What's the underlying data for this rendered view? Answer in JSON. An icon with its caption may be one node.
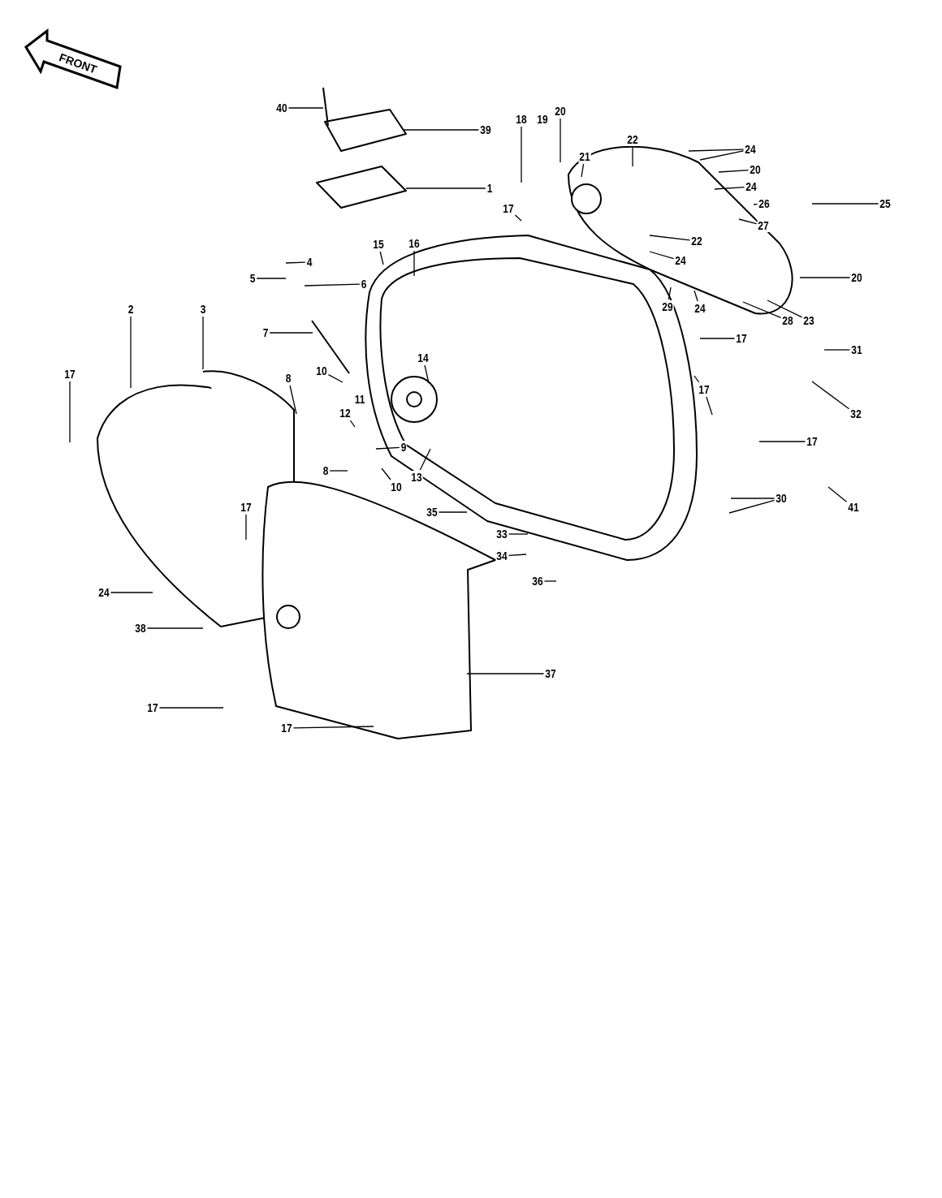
{
  "diagram": {
    "nodes": [
      {
        "text": [
          "40"
        ]
      },
      {
        "text": [
          "18"
        ]
      },
      {
        "text": [
          "20"
        ]
      },
      {
        "text": [
          "39"
        ]
      },
      {
        "text": [
          "22"
        ]
      },
      {
        "text": [
          "24"
        ]
      },
      {
        "text": [
          "21"
        ]
      },
      {
        "text": [
          "20"
        ]
      },
      {
        "text": [
          "24"
        ]
      },
      {
        "text": [
          "1"
        ]
      },
      {
        "text": [
          "26"
        ]
      },
      {
        "text": [
          "25"
        ]
      },
      {
        "text": [
          "17"
        ]
      },
      {
        "text": [
          "27"
        ]
      },
      {
        "text": [
          "22"
        ]
      },
      {
        "text": [
          "15"
        ]
      },
      {
        "text": [
          "16"
        ]
      },
      {
        "text": [
          "24"
        ]
      },
      {
        "text": [
          "4"
        ]
      },
      {
        "text": [
          "20"
        ]
      },
      {
        "text": [
          "5"
        ]
      },
      {
        "text": [
          "6"
        ]
      },
      {
        "text": [
          "29"
        ]
      },
      {
        "text": [
          "24"
        ]
      },
      {
        "text": [
          "2"
        ]
      },
      {
        "text": [
          "3"
        ]
      },
      {
        "text": [
          "28"
        ]
      },
      {
        "text": [
          "23"
        ]
      },
      {
        "text": [
          "7"
        ]
      },
      {
        "text": [
          "17"
        ]
      },
      {
        "text": [
          "31"
        ]
      },
      {
        "text": [
          "14"
        ]
      },
      {
        "text": [
          "10"
        ]
      },
      {
        "text": [
          "17"
        ]
      },
      {
        "text": [
          "8"
        ]
      },
      {
        "text": [
          "17"
        ]
      },
      {
        "text": [
          "12"
        ]
      },
      {
        "text": [
          "32"
        ]
      },
      {
        "text": [
          "17"
        ]
      },
      {
        "text": [
          "9"
        ]
      },
      {
        "text": [
          "8"
        ]
      },
      {
        "text": [
          "13"
        ]
      },
      {
        "text": [
          "10"
        ]
      },
      {
        "text": [
          "30"
        ]
      },
      {
        "text": [
          "17"
        ]
      },
      {
        "text": [
          "41"
        ]
      },
      {
        "text": [
          "35"
        ]
      },
      {
        "text": [
          "33"
        ]
      },
      {
        "text": [
          "34"
        ]
      },
      {
        "text": [
          "36"
        ]
      },
      {
        "text": [
          "24"
        ]
      },
      {
        "text": [
          "38"
        ]
      },
      {
        "text": [
          "37"
        ]
      },
      {
        "text": [
          "17"
        ]
      },
      {
        "text": [
          "17"
        ]
      }
    ],
    "edges": [
      {
        "from": 0,
        "to": null,
        "arrow": "none"
      },
      {
        "from": 1,
        "to": null,
        "arrow": "none"
      },
      {
        "from": 2,
        "to": null,
        "arrow": "none"
      },
      {
        "from": 3,
        "to": null,
        "arrow": "none"
      },
      {
        "from": 4,
        "to": null,
        "arrow": "none"
      },
      {
        "from": 5,
        "to": null,
        "arrow": "none"
      },
      {
        "from": 5,
        "to": null,
        "arrow": "none"
      },
      {
        "from": 6,
        "to": null,
        "arrow": "none"
      },
      {
        "from": 7,
        "to": null,
        "arrow": "none"
      },
      {
        "from": 8,
        "to": null,
        "arrow": "none"
      },
      {
        "from": 9,
        "to": null,
        "arrow": "none"
      },
      {
        "from": 10,
        "to": null,
        "arrow": "none"
      },
      {
        "from": 11,
        "to": null,
        "arrow": "none"
      },
      {
        "from": 12,
        "to": null,
        "arrow": "none"
      },
      {
        "from": 13,
        "to": null,
        "arrow": "none"
      },
      {
        "from": 14,
        "to": null,
        "arrow": "none"
      },
      {
        "from": 15,
        "to": null,
        "arrow": "none"
      },
      {
        "from": 16,
        "to": null,
        "arrow": "none"
      },
      {
        "from": 17,
        "to": null,
        "arrow": "none"
      },
      {
        "from": 18,
        "to": null,
        "arrow": "none"
      },
      {
        "from": 19,
        "to": null,
        "arrow": "none"
      },
      {
        "from": 20,
        "to": null,
        "arrow": "none"
      },
      {
        "from": 21,
        "to": null,
        "arrow": "none"
      },
      {
        "from": 22,
        "to": null,
        "arrow": "none"
      },
      {
        "from": 23,
        "to": null,
        "arrow": "none"
      },
      {
        "from": 24,
        "to": null,
        "arrow": "none"
      },
      {
        "from": 25,
        "to": null,
        "arrow": "none"
      },
      {
        "from": 26,
        "to": null,
        "arrow": "none"
      },
      {
        "from": 27,
        "to": null,
        "arrow": "none"
      },
      {
        "from": 28,
        "to": null,
        "arrow": "none"
      },
      {
        "from": 29,
        "to": null,
        "arrow": "none"
      },
      {
        "from": 30,
        "to": null,
        "arrow": "none"
      },
      {
        "from": 31,
        "to": null,
        "arrow": "none"
      },
      {
        "from": 32,
        "to": null,
        "arrow": "none"
      },
      {
        "from": 33,
        "to": null,
        "arrow": "none"
      },
      {
        "from": 34,
        "to": null,
        "arrow": "none"
      },
      {
        "from": 35,
        "to": null,
        "arrow": "none"
      },
      {
        "from": 35,
        "to": null,
        "arrow": "none"
      },
      {
        "from": 36,
        "to": null,
        "arrow": "none"
      },
      {
        "from": 37,
        "to": null,
        "arrow": "none"
      },
      {
        "from": 38,
        "to": null,
        "arrow": "none"
      },
      {
        "from": 39,
        "to": null,
        "arrow": "none"
      },
      {
        "from": 40,
        "to": null,
        "arrow": "none"
      },
      {
        "from": 41,
        "to": null,
        "arrow": "none"
      },
      {
        "from": 42,
        "to": null,
        "arrow": "none"
      },
      {
        "from": 43,
        "to": null,
        "arrow": "none"
      },
      {
        "from": 43,
        "to": null,
        "arrow": "none"
      },
      {
        "from": 44,
        "to": null,
        "arrow": "none"
      },
      {
        "from": 45,
        "to": null,
        "arrow": "none"
      },
      {
        "from": 46,
        "to": null,
        "arrow": "none"
      },
      {
        "from": 47,
        "to": null,
        "arrow": "none"
      },
      {
        "from": 48,
        "to": null,
        "arrow": "none"
      },
      {
        "from": 49,
        "to": null,
        "arrow": "none"
      },
      {
        "from": 50,
        "to": null,
        "arrow": "none"
      },
      {
        "from": 51,
        "to": null,
        "arrow": "none"
      },
      {
        "from": 52,
        "to": null,
        "arrow": "none"
      },
      {
        "from": 53,
        "to": null,
        "arrow": "none"
      },
      {
        "from": 54,
        "to": null,
        "arrow": "none"
      }
    ],
    "labels": [
      "FRONT",
      "19",
      "11"
    ]
  }
}
